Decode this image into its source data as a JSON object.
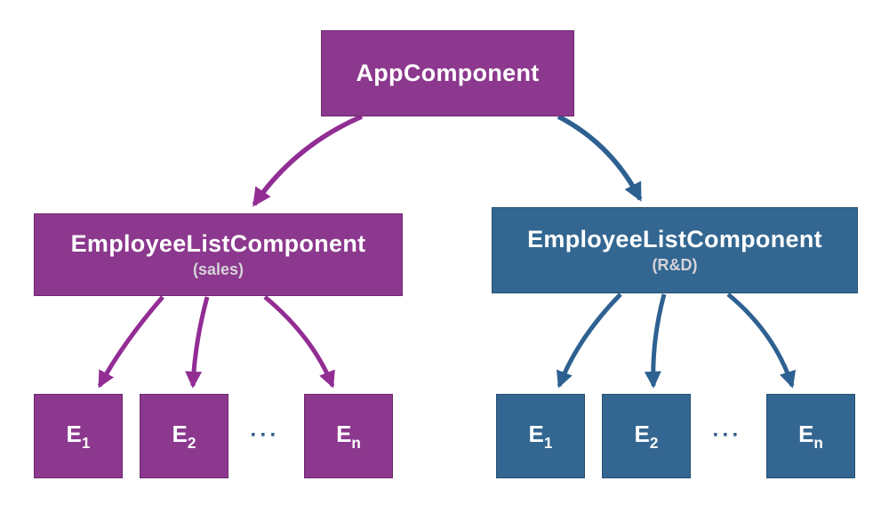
{
  "colors": {
    "background": "#ffffff",
    "purple_box": "#8c388e",
    "purple_arrow": "#922d94",
    "blue_box": "#336791",
    "blue_arrow": "#2e6191",
    "box_text": "#ffffff",
    "sublabel_text": "#d6d3d9",
    "ellipsis": "#2d5986"
  },
  "nodes": {
    "app": {
      "label": "AppComponent"
    },
    "sales_list": {
      "label": "EmployeeListComponent",
      "sublabel": "(sales)"
    },
    "rd_list": {
      "label": "EmployeeListComponent",
      "sublabel": "(R&D)"
    },
    "sales_children": [
      {
        "base": "E",
        "sub": "1"
      },
      {
        "base": "E",
        "sub": "2"
      },
      {
        "base": "E",
        "sub": "n"
      }
    ],
    "rd_children": [
      {
        "base": "E",
        "sub": "1"
      },
      {
        "base": "E",
        "sub": "2"
      },
      {
        "base": "E",
        "sub": "n"
      }
    ],
    "ellipsis": "···"
  },
  "edges": [
    {
      "from": "AppComponent",
      "to": "EmployeeListComponent (sales)"
    },
    {
      "from": "AppComponent",
      "to": "EmployeeListComponent (R&D)"
    },
    {
      "from": "EmployeeListComponent (sales)",
      "to": "E1"
    },
    {
      "from": "EmployeeListComponent (sales)",
      "to": "E2"
    },
    {
      "from": "EmployeeListComponent (sales)",
      "to": "En"
    },
    {
      "from": "EmployeeListComponent (R&D)",
      "to": "E1"
    },
    {
      "from": "EmployeeListComponent (R&D)",
      "to": "E2"
    },
    {
      "from": "EmployeeListComponent (R&D)",
      "to": "En"
    }
  ]
}
